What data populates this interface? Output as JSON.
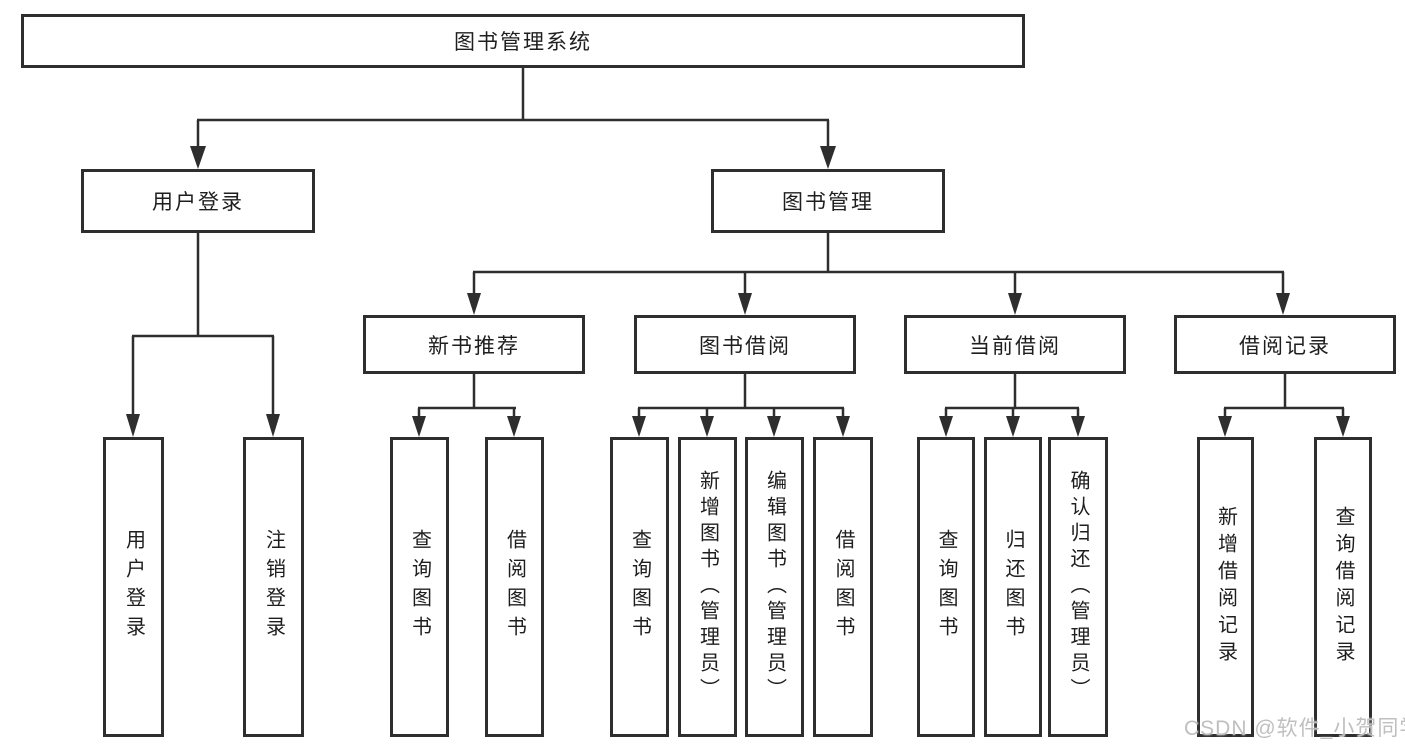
{
  "diagram": {
    "root": {
      "label": "图书管理系统"
    },
    "branches": [
      {
        "label": "用户登录",
        "children": [
          {
            "label": "用户登录"
          },
          {
            "label": "注销登录"
          }
        ]
      },
      {
        "label": "图书管理",
        "children": [
          {
            "label": "新书推荐",
            "children": [
              {
                "label": "查询图书"
              },
              {
                "label": "借阅图书"
              }
            ]
          },
          {
            "label": "图书借阅",
            "children": [
              {
                "label": "查询图书"
              },
              {
                "label": "新增图书（管理员）"
              },
              {
                "label": "编辑图书（管理员）"
              },
              {
                "label": "借阅图书"
              }
            ]
          },
          {
            "label": "当前借阅",
            "children": [
              {
                "label": "查询图书"
              },
              {
                "label": "归还图书"
              },
              {
                "label": "确认归还（管理员）"
              }
            ]
          },
          {
            "label": "借阅记录",
            "children": [
              {
                "label": "新增借阅记录"
              },
              {
                "label": "查询借阅记录"
              }
            ]
          }
        ]
      }
    ]
  },
  "watermark": {
    "text": "CSDN @软件_小贺同学"
  },
  "colors": {
    "line": "#2e2e2e",
    "text": "#1e1e1e",
    "watermark": "#bfbfbf",
    "background": "#ffffff"
  }
}
